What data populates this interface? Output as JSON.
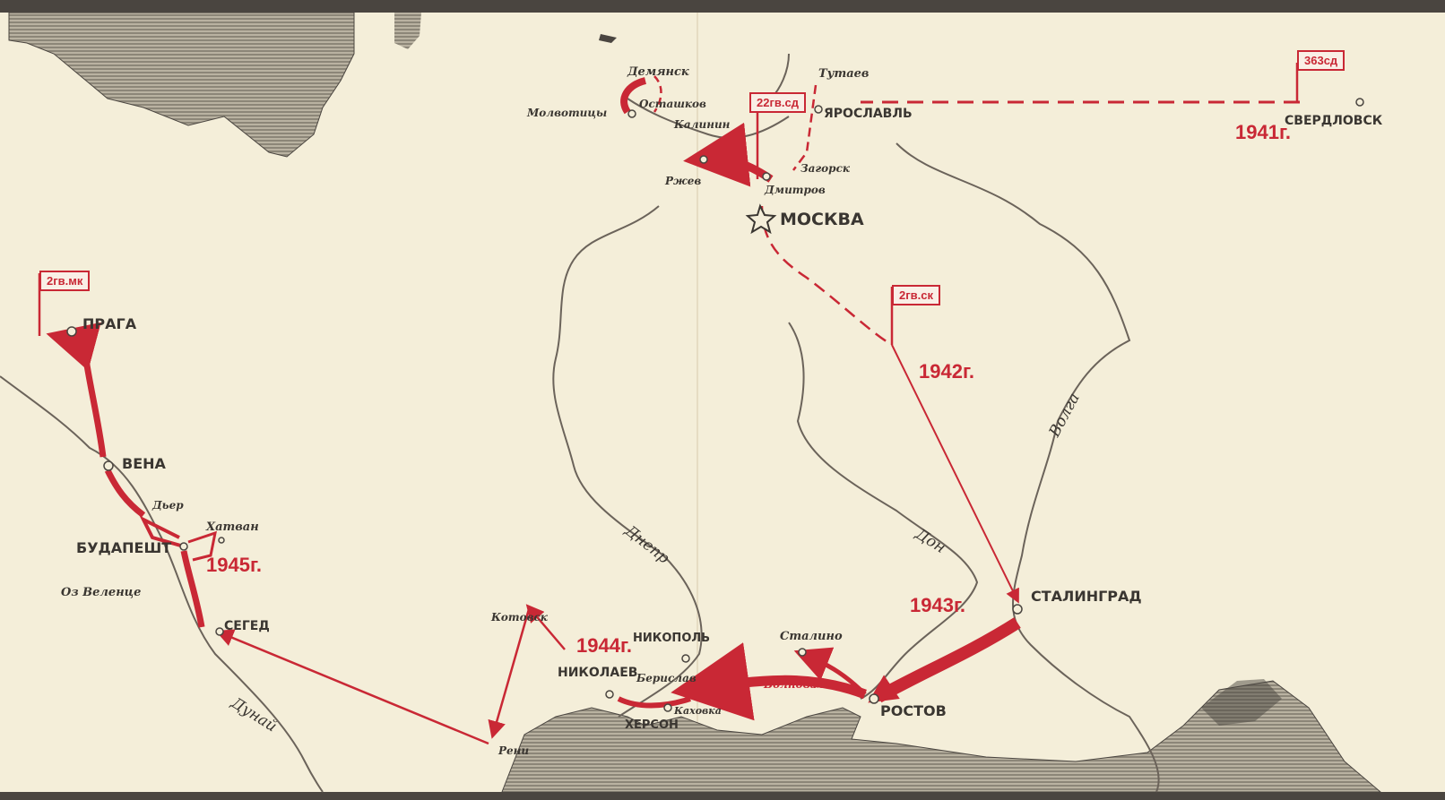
{
  "colors": {
    "route": "#c92835",
    "land": "#f4eed9",
    "coast": "#4a4540",
    "sea_shading": "#8c8678"
  },
  "units": {
    "u363": "363сд",
    "u22": "22гв.сд",
    "u2gvsk": "2гв.ск",
    "u2gvmk": "2гв.мк"
  },
  "years": {
    "y1941": "1941г.",
    "y1942": "1942г.",
    "y1943": "1943г.",
    "y1944": "1944г.",
    "y1945": "1945г."
  },
  "cities": {
    "sverdlovsk": "СВЕРДЛОВСК",
    "yaroslavl": "ЯРОСЛАВЛЬ",
    "tutaev": "Тутаев",
    "moskva": "МОСКВА",
    "zagorsk": "Загорск",
    "dmitrov": "Дмитров",
    "rzhev": "Ржев",
    "kalinin": "Калинин",
    "ostashkov": "Осташков",
    "demyansk": "Демянск",
    "molvotitsy": "Молвотицы",
    "stalingrad": "СТАЛИНГРАД",
    "rostov": "РОСТОВ",
    "stalino": "Сталино",
    "volnovakha": "Волноваха",
    "nikopol": "НИКОПОЛЬ",
    "nikolaev": "НИКОЛАЕВ",
    "berislav": "Берислав",
    "kakhovka": "Каховка",
    "kherson": "ХЕРСОН",
    "kotovsk": "Котовск",
    "reni": "Рени",
    "seged": "СЕГЕД",
    "budapest": "БУДАПЕШТ",
    "khatvan": "Хатван",
    "dyer": "Дьер",
    "velence": "Оз Веленце",
    "vena": "ВЕНА",
    "praga": "ПРАГА"
  },
  "rivers": {
    "volga": "Волга",
    "don": "Дон",
    "dnepr": "Днепр",
    "dunay": "Дунай"
  }
}
